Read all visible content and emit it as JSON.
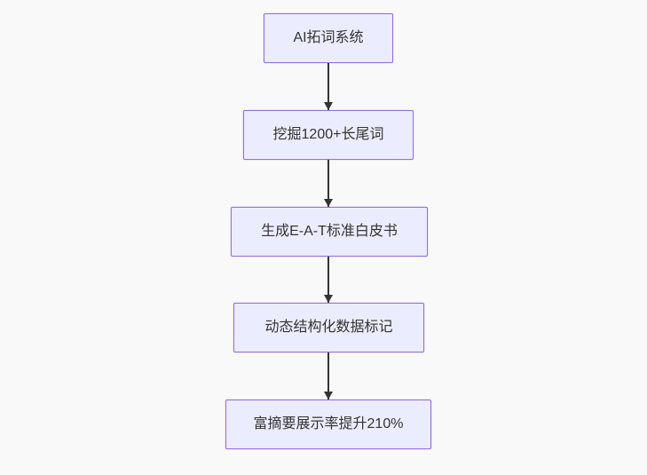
{
  "diagram": {
    "type": "flowchart",
    "direction": "top-down",
    "nodes": [
      {
        "id": "n1",
        "label": "AI拓词系统"
      },
      {
        "id": "n2",
        "label": "挖掘1200+长尾词"
      },
      {
        "id": "n3",
        "label": "生成E-A-T标准白皮书"
      },
      {
        "id": "n4",
        "label": "动态结构化数据标记"
      },
      {
        "id": "n5",
        "label": "富摘要展示率提升210%"
      }
    ],
    "edges": [
      {
        "from": "n1",
        "to": "n2",
        "style": "arrow-down"
      },
      {
        "from": "n2",
        "to": "n3",
        "style": "arrow-down"
      },
      {
        "from": "n3",
        "to": "n4",
        "style": "arrow-down"
      },
      {
        "from": "n4",
        "to": "n5",
        "style": "arrow-down"
      }
    ],
    "colors": {
      "background": "#f9f9f9",
      "node_fill": "#ececff",
      "node_border": "#9370db",
      "text": "#333333",
      "arrow": "#333333"
    }
  }
}
